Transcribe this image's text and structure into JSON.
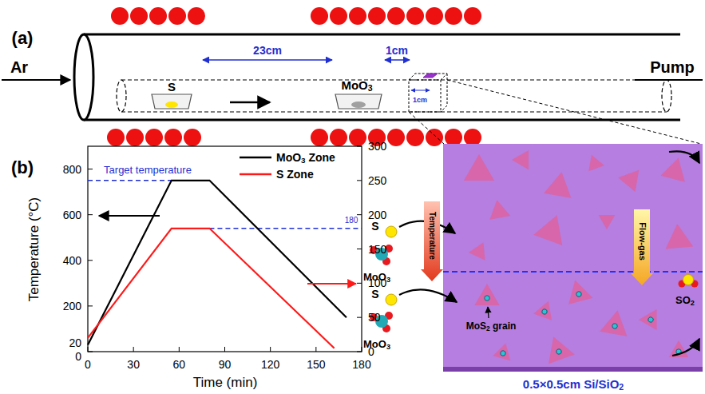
{
  "diagram": {
    "nodes": [
      {
        "text": [
          "MoS2 grain",
          "0.5×0.5cm Si/SiO2"
        ]
      },
      {
        "text": [
          "Temperature"
        ]
      },
      {
        "text": [
          "Flow-gas"
        ],
        "in": 0
      }
    ],
    "labels": [
      "(a)",
      "Ar",
      "Pump",
      "23cm",
      "1cm",
      "1cm",
      "S",
      "MoO3",
      "(b)",
      "Target temperature",
      "180",
      "Temperature (°C)",
      "Time (min)",
      "0",
      "20",
      "200",
      "400",
      "600",
      "800",
      "0",
      "30",
      "60",
      "90",
      "120",
      "150",
      "180",
      "0",
      "50",
      "100",
      "150",
      "200",
      "250",
      "300",
      "S",
      "MoO3",
      "S",
      "MoO3",
      "SO2"
    ],
    "legend": [
      {
        "text": "MoO3 Zone"
      },
      {
        "text": "S Zone"
      }
    ]
  }
}
